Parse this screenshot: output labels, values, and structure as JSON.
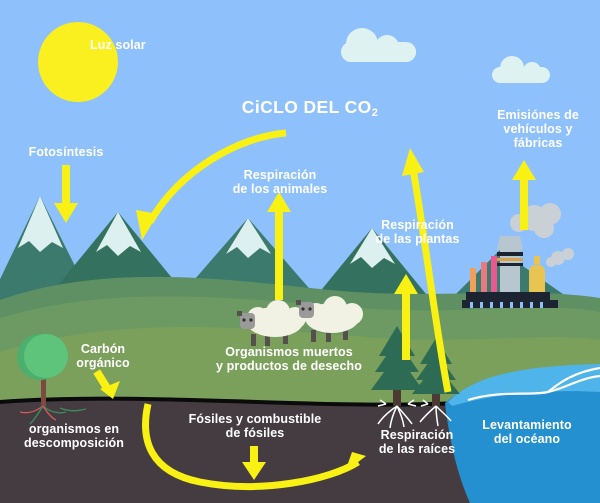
{
  "diagram": {
    "title": "CiCLO DEL CO",
    "title_sub": "2",
    "type": "carbon-cycle-infographic",
    "language": "es"
  },
  "colors": {
    "sky": "#8ec1fb",
    "sun": "#faf020",
    "cloud": "#dff2f2",
    "arrow": "#f9f114",
    "mountain": "#3b7a6c",
    "mountain_dark": "#2f6a5e",
    "snow": "#dcf0f0",
    "grass_far": "#5f9063",
    "grass_mid": "#6f9a60",
    "grass_near": "#7ba05c",
    "soil": "#453c42",
    "ocean_light": "#4fb4e9",
    "ocean_deep": "#2490d0",
    "tree_green": "#2e6b55",
    "trunk": "#4a3a33",
    "sheep_body": "#f2f2e4",
    "sheep_head": "#9a9a9a",
    "factory": "#1b2430",
    "text": "#ffffff"
  },
  "labels": {
    "sunlight": "Luz solar",
    "photosynthesis": "Fotosíntesis",
    "animal_respiration_1": "Respiración",
    "animal_respiration_2": "de los animales",
    "plant_respiration_1": "Respiración",
    "plant_respiration_2": "de las plantas",
    "vehicle_emissions_1": "Emisiónes de",
    "vehicle_emissions_2": "vehículos y",
    "vehicle_emissions_3": "fábricas",
    "organic_carbon_1": "Carbón",
    "organic_carbon_2": "orgánico",
    "dead_organisms_1": "Organismos muertos",
    "dead_organisms_2": "y productos de desecho",
    "decomposing_1": "organismos en",
    "decomposing_2": "descomposición",
    "fossils_1": "Fósiles y combustible",
    "fossils_2": "de fósiles",
    "root_respiration_1": "Respiración",
    "root_respiration_2": "de las raíces",
    "ocean_uplift_1": "Levantamiento",
    "ocean_uplift_2": "del océano"
  },
  "elements": {
    "sun": "sun-icon",
    "clouds": [
      "cloud-large",
      "cloud-small"
    ],
    "mountains": "mountain-range",
    "round_tree": "deciduous-tree-icon",
    "sheep": [
      "sheep-icon-left",
      "sheep-icon-right"
    ],
    "pine_trees": [
      "pine-tree-left",
      "pine-tree-right"
    ],
    "factory": "factory-icon",
    "ocean": "ocean-water",
    "roots": "plant-roots"
  },
  "arrows": {
    "photosynthesis_down": "straight-down-arrow",
    "co2_to_plants_curve": "curved-arrow-left",
    "animal_respiration_up": "straight-up-arrow",
    "plant_respiration_up": "straight-up-arrow",
    "ocean_to_sky_curve": "curved-arrow-up",
    "emissions_up": "straight-up-arrow",
    "carbon_to_soil": "diagonal-down-arrow",
    "fossils_down": "straight-down-arrow",
    "soil_curve": "curved-arrow-underground"
  }
}
